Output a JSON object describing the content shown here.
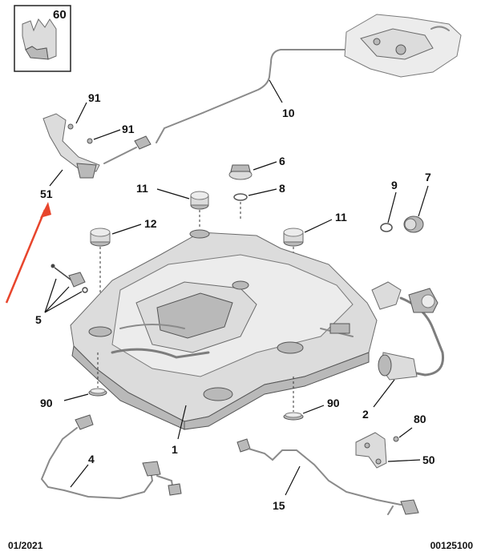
{
  "callouts": {
    "c60": "60",
    "c91a": "91",
    "c91b": "91",
    "c10": "10",
    "c6": "6",
    "c8": "8",
    "c11a": "11",
    "c11b": "11",
    "c12": "12",
    "c9": "9",
    "c7": "7",
    "c51": "51",
    "c5": "5",
    "c90a": "90",
    "c90b": "90",
    "c1": "1",
    "c2": "2",
    "c80": "80",
    "c50": "50",
    "c4": "4",
    "c15": "15"
  },
  "footer": {
    "date": "01/2021",
    "reference": "00125100"
  },
  "colors": {
    "highlight_arrow": "#e8452c",
    "part_fill": "#dcdcdc",
    "outline": "#6a6a6a"
  }
}
